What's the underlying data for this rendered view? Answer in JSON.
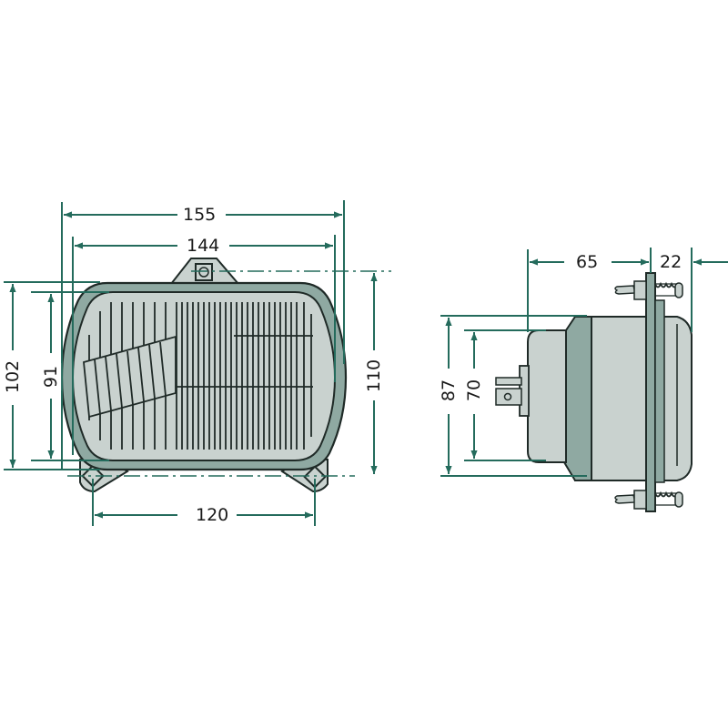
{
  "figure": {
    "type": "technical drawing",
    "subject": "rectangular headlight insert with mounting bracket",
    "colors": {
      "dimension_line": "#246b5c",
      "body_fill": "#c9d2cf",
      "rim_fill": "#8fa9a2",
      "outline": "#1f2a27"
    }
  },
  "front_view": {
    "dimensions": {
      "overall_width": "155",
      "lens_width": "144",
      "mount_hole_spacing": "120",
      "overall_height_left": "102",
      "lens_height": "91",
      "overall_height_right": "110"
    }
  },
  "side_view": {
    "dimensions": {
      "depth": "65",
      "front_projection": "22",
      "housing_height": "87",
      "rear_height": "70"
    }
  }
}
